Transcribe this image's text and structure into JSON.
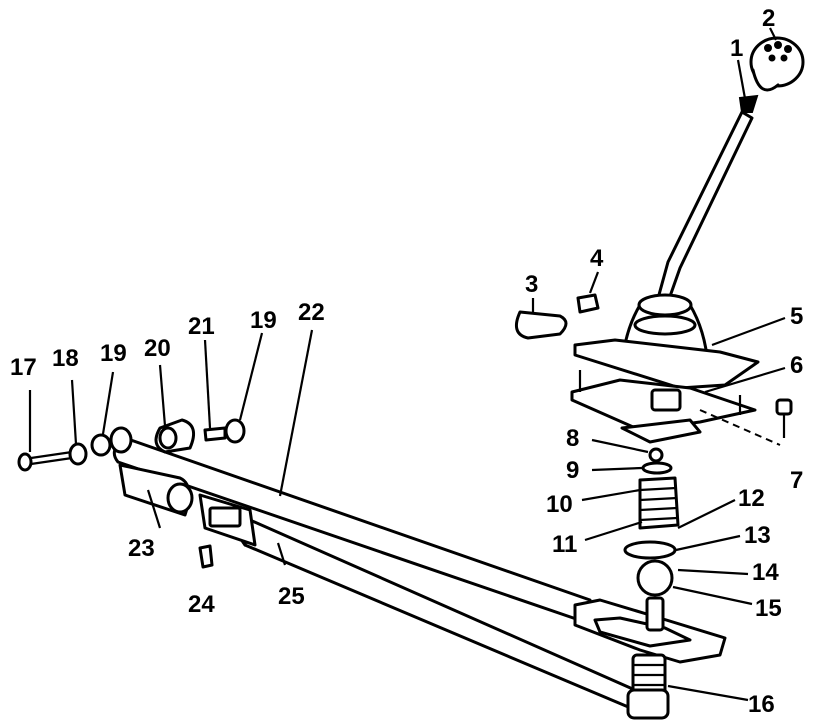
{
  "callouts": {
    "c1": "1",
    "c2": "2",
    "c3": "3",
    "c4": "4",
    "c5": "5",
    "c6": "6",
    "c7": "7",
    "c8": "8",
    "c9": "9",
    "c10": "10",
    "c11": "11",
    "c12": "12",
    "c13": "13",
    "c14": "14",
    "c15": "15",
    "c16": "16",
    "c17": "17",
    "c18": "18",
    "c19a": "19",
    "c19b": "19",
    "c20": "20",
    "c21": "21",
    "c22": "22",
    "c23": "23",
    "c24": "24",
    "c25": "25"
  },
  "colors": {
    "line": "#000000",
    "background": "#ffffff"
  }
}
